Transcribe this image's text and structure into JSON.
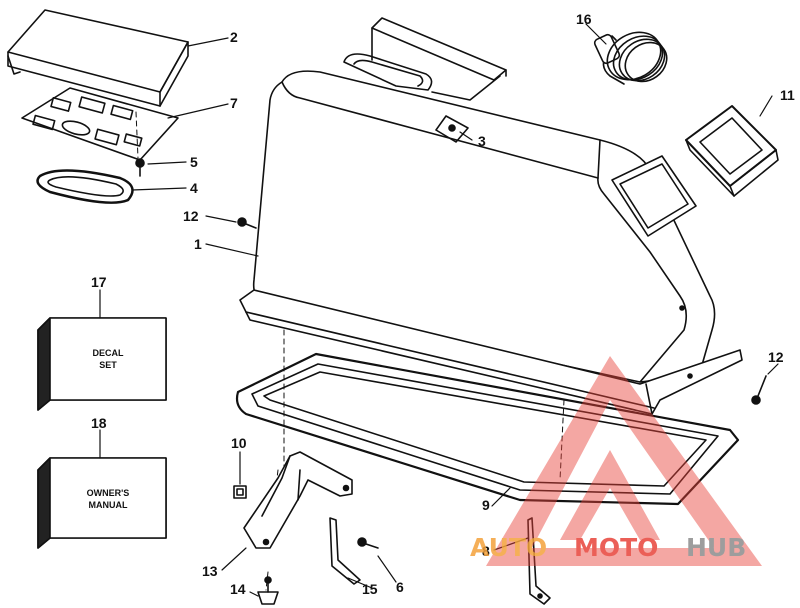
{
  "callouts": {
    "c1": "1",
    "c2": "2",
    "c3": "3",
    "c4": "4",
    "c5": "5",
    "c6": "6",
    "c7": "7",
    "c8": "8",
    "c9": "9",
    "c10": "10",
    "c11": "11",
    "c12a": "12",
    "c12b": "12",
    "c13": "13",
    "c14": "14",
    "c15": "15",
    "c16": "16",
    "c17": "17",
    "c18": "18"
  },
  "boxes": {
    "decal_line1": "DECAL",
    "decal_line2": "SET",
    "manual_line1": "OWNER'S",
    "manual_line2": "MANUAL"
  },
  "watermark": {
    "part1": "AUTO",
    "part2": "MOTO",
    "part3": "HUB",
    "color_red": "#e8443a",
    "color_orange": "#f4a23c",
    "color_gray": "#8c8c8c"
  }
}
